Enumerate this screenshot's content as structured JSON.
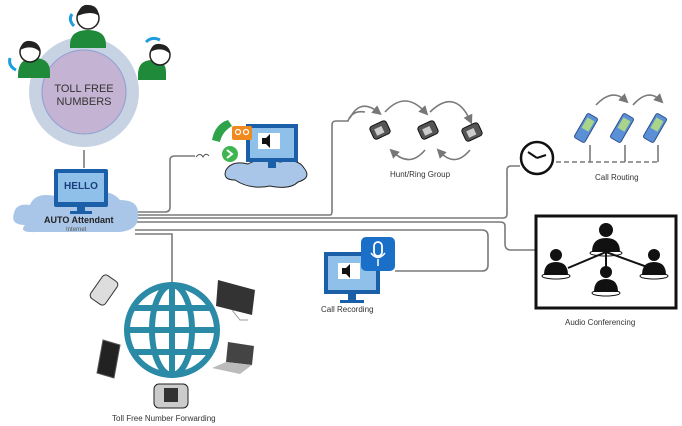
{
  "hub": {
    "line1": "TOLL FREE",
    "line2": "NUMBERS"
  },
  "auto_attendant": {
    "screen_text": "HELLO",
    "title": "AUTO Attendant",
    "subtitle": "Internet"
  },
  "labels": {
    "hunt_ring_group": "Hunt/Ring Group",
    "call_routing": "Call Routing",
    "call_recording": "Call Recording",
    "audio_conferencing": "Audio Conferencing",
    "toll_free_forwarding": "Toll Free Number Forwarding"
  },
  "colors": {
    "agent_green": "#1e8a3a",
    "handset_blue": "#1f9be0",
    "hub_outer": "#c7d2e2",
    "hub_inner": "#c5b3d3",
    "monitor_blue": "#1a5fa8",
    "screen_light": "#8fc0ea",
    "cloud": "#a9c6e8",
    "globe_teal": "#2b8aa6",
    "line_gray": "#777777",
    "voicemail_orange": "#f08a1e"
  }
}
